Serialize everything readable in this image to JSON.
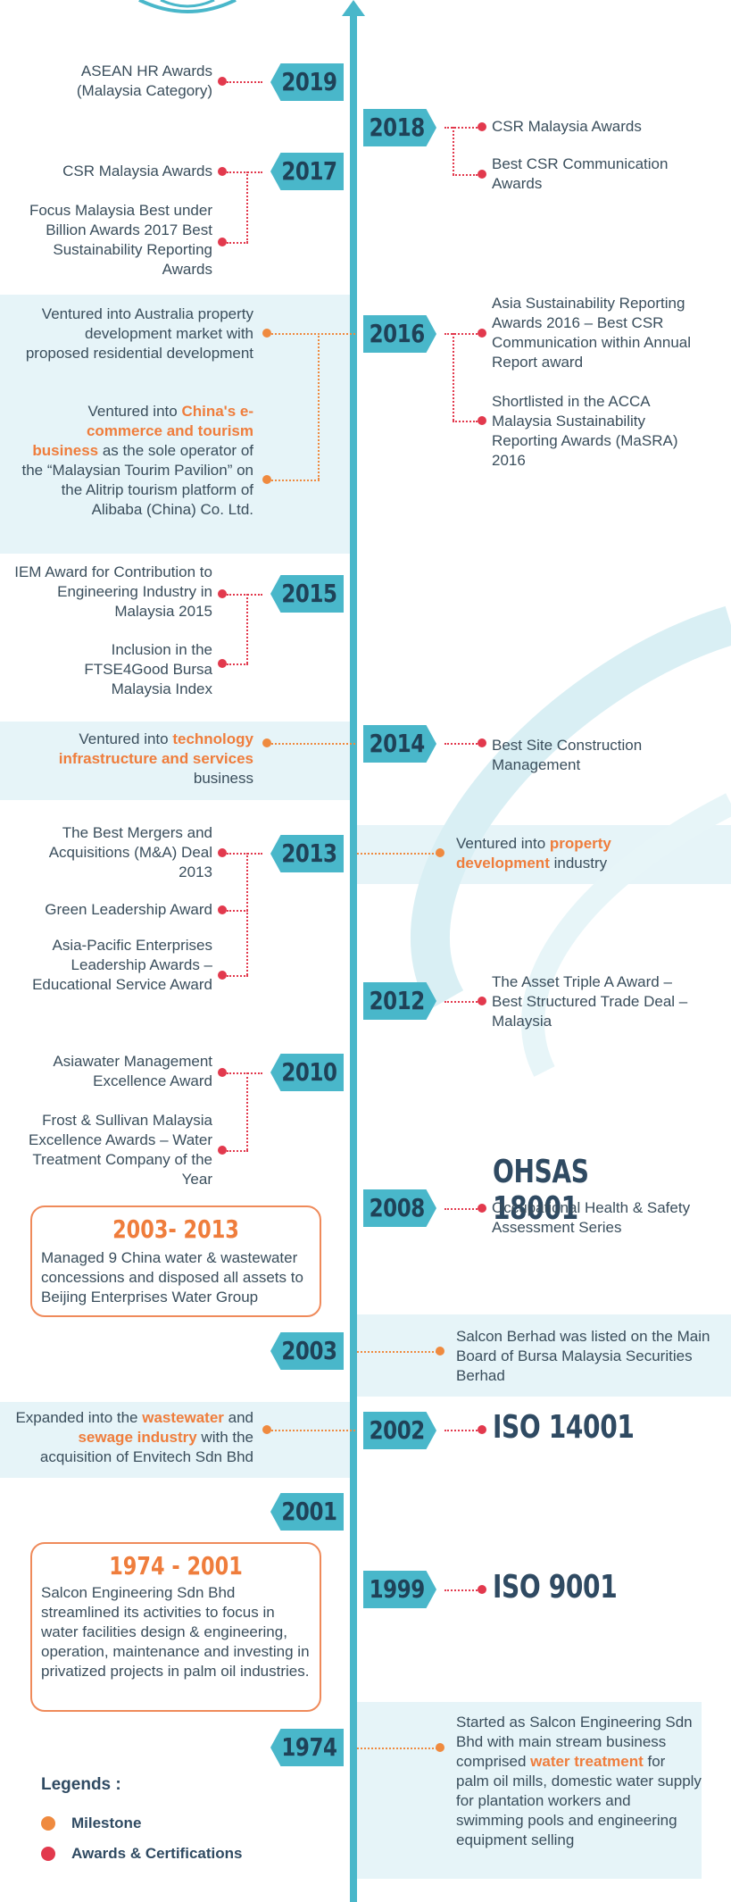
{
  "colors": {
    "axis": "#49b7ca",
    "milestone": "#ef8a3f",
    "award": "#e2394d",
    "highlight_bg": "#e6f4f8",
    "text": "#3a4e5c",
    "heading": "#2f4a62"
  },
  "years": {
    "y2019": "2019",
    "y2018": "2018",
    "y2017": "2017",
    "y2016": "2016",
    "y2015": "2015",
    "y2014": "2014",
    "y2013": "2013",
    "y2012": "2012",
    "y2010": "2010",
    "y2008": "2008",
    "y2003": "2003",
    "y2002": "2002",
    "y2001": "2001",
    "y1999": "1999",
    "y1974": "1974"
  },
  "events": {
    "e2019_a": "ASEAN HR Awards (Malaysia Category)",
    "e2018_a": "CSR Malaysia Awards",
    "e2018_b": "Best CSR Communication Awards",
    "e2017_a": "CSR Malaysia Awards",
    "e2017_b": "Focus Malaysia Best under Billion Awards 2017 Best Sustainability Reporting Awards",
    "e2016_m1": "Ventured into Australia property development market with proposed residential development",
    "e2016_m2_pre": "Ventured into ",
    "e2016_m2_hl": "China's e-commerce and tourism business",
    "e2016_m2_post": " as the sole operator of the “Malaysian Tourim Pavilion” on the Alitrip tourism platform of Alibaba (China) Co. Ltd.",
    "e2016_a1": "Asia Sustainability Reporting Awards 2016 – Best CSR Communication within Annual Report award",
    "e2016_a2": "Shortlisted in the ACCA Malaysia Sustainability Reporting Awards (MaSRA) 2016",
    "e2015_a1": "IEM Award for Contribution to Engineering Industry in Malaysia 2015",
    "e2015_a2": "Inclusion in the FTSE4Good Bursa Malaysia Index",
    "e2014_m_pre": "Ventured into ",
    "e2014_m_hl": "technology infrastructure and services",
    "e2014_m_post": " business",
    "e2014_a": "Best Site Construction Management",
    "e2013_a1": "The Best Mergers and Acquisitions (M&A) Deal 2013",
    "e2013_a2": "Green Leadership Award",
    "e2013_a3": "Asia-Pacific Enterprises Leadership Awards – Educational Service Award",
    "e2013_m_pre": "Ventured into ",
    "e2013_m_hl": "property development",
    "e2013_m_post": " industry",
    "e2012_a": "The Asset Triple A Award – Best Structured Trade Deal – Malaysia",
    "e2010_a1": "Asiawater Management Excellence Award",
    "e2010_a2": "Frost & Sullivan Malaysia Excellence Awards – Water Treatment Company of the Year",
    "e2008_cert": "OHSAS 18001",
    "e2008_a": "Occupational Health & Safety Assessment Series",
    "box_2003_title": "2003- 2013",
    "box_2003_body": "Managed 9 China water & wastewater concessions and disposed all assets to Beijing Enterprises Water Group",
    "e2003_m": "Salcon Berhad was listed on the Main Board of Bursa Malaysia Securities Berhad",
    "e2002_m_pre": "Expanded into the ",
    "e2002_m_hl1": "wastewater",
    "e2002_m_mid": " and ",
    "e2002_m_hl2": "sewage industry",
    "e2002_m_post": " with the acquisition of Envitech Sdn Bhd",
    "e2002_cert": "ISO 14001",
    "box_1974_title": "1974 - 2001",
    "box_1974_body": "Salcon Engineering Sdn Bhd streamlined its activities to focus in water facilities design & engineering, operation, maintenance and investing in privatized projects in palm oil industries.",
    "e1999_cert": "ISO 9001",
    "e1974_m_pre": "Started as Salcon Engineering Sdn Bhd with main stream business comprised ",
    "e1974_m_hl": "water treatment",
    "e1974_m_post": "  for palm oil mills, domestic water supply for plantation workers and swimming pools and engineering equipment selling"
  },
  "legend": {
    "title": "Legends :",
    "milestone": "Milestone",
    "awards": "Awards & Certifications"
  }
}
